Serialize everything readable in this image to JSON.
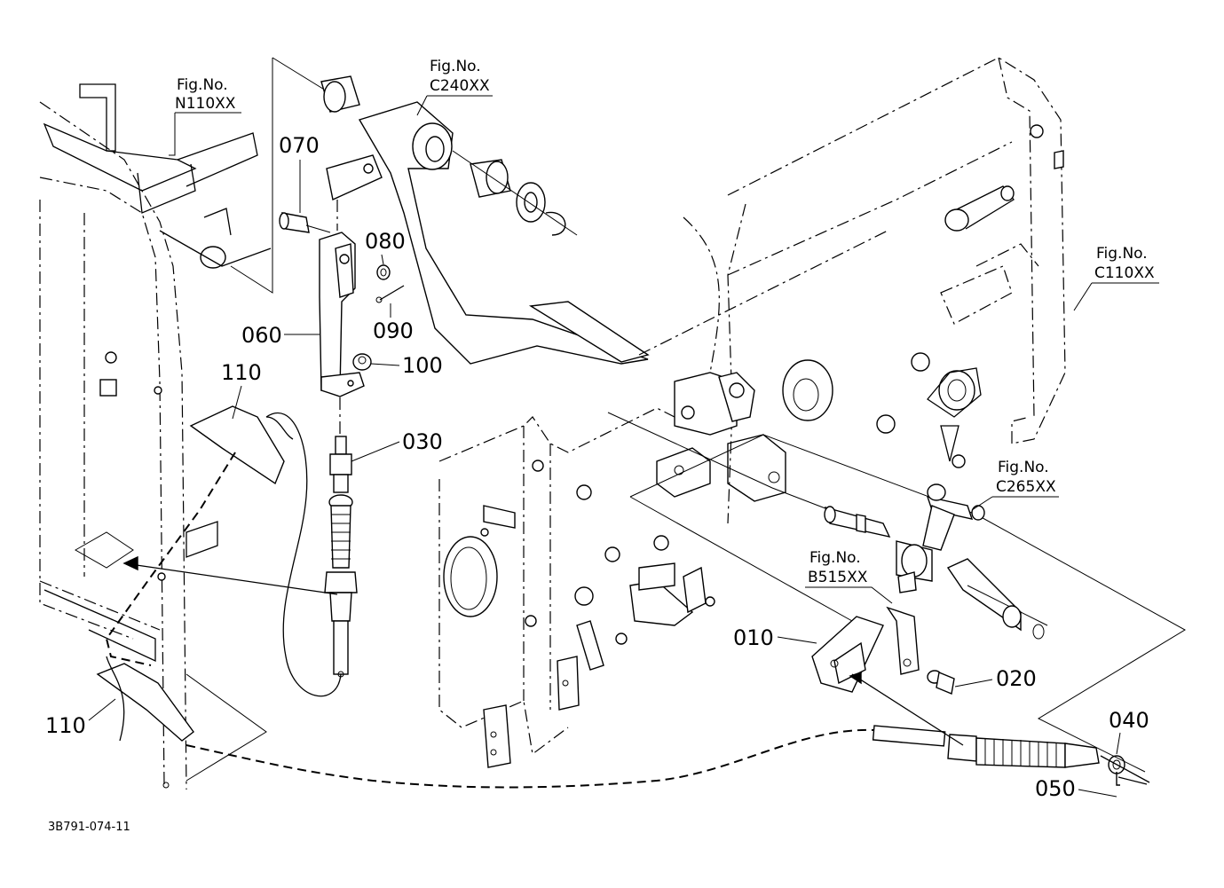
{
  "drawing_code": "3B791-074-11",
  "part_labels": [
    "070",
    "080",
    "090",
    "060",
    "100",
    "110",
    "030",
    "110",
    "010",
    "020",
    "040",
    "050"
  ],
  "figure_refs": [
    {
      "line1": "Fig.No.",
      "line2": "N110XX"
    },
    {
      "line1": "Fig.No.",
      "line2": "C240XX"
    },
    {
      "line1": "Fig.No.",
      "line2": "C110XX"
    },
    {
      "line1": "Fig.No.",
      "line2": "C265XX"
    },
    {
      "line1": "Fig.No.",
      "line2": "B515XX"
    }
  ]
}
